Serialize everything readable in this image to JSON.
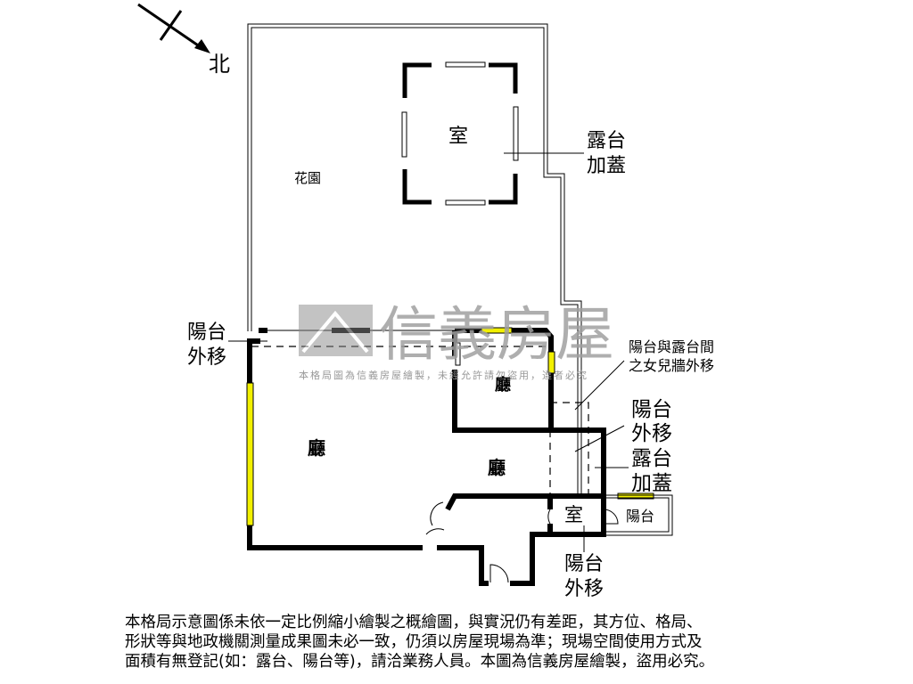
{
  "compass": {
    "north_label": "北"
  },
  "watermark": {
    "brand": "信義房屋",
    "notice": "本格局圖為信義房屋繪製，未經允許請勿盜用，違者必究"
  },
  "rooms": {
    "garden": "花園",
    "top_room": "室",
    "terrace_cover_top": [
      "露台",
      "加蓋"
    ],
    "balcony_shift_left": [
      "陽台",
      "外移"
    ],
    "parapet_note": [
      "陽台與露台間",
      "之女兒牆外移"
    ],
    "small_hall": "廳",
    "main_hall": "廳",
    "center_hall": "廳",
    "right_note": [
      "陽台",
      "外移",
      "露台",
      "加蓋"
    ],
    "bottom_room": "室",
    "balcony": "陽台",
    "balcony_shift_bottom": [
      "陽台",
      "外移"
    ]
  },
  "colors": {
    "wall": "#000000",
    "window": "#f2f000",
    "watermark": "#a0a0a0"
  },
  "disclaimer": [
    "本格局示意圖係未依一定比例縮小繪製之概繪圖，與實況仍有差距，其方位、格局、",
    "形狀等與地政機關測量成果圖未必一致，仍須以房屋現場為準；現場空間使用方式及",
    "面積有無登記(如：露台、陽台等)，請洽業務人員。本圖為信義房屋繪製，盜用必究。"
  ]
}
